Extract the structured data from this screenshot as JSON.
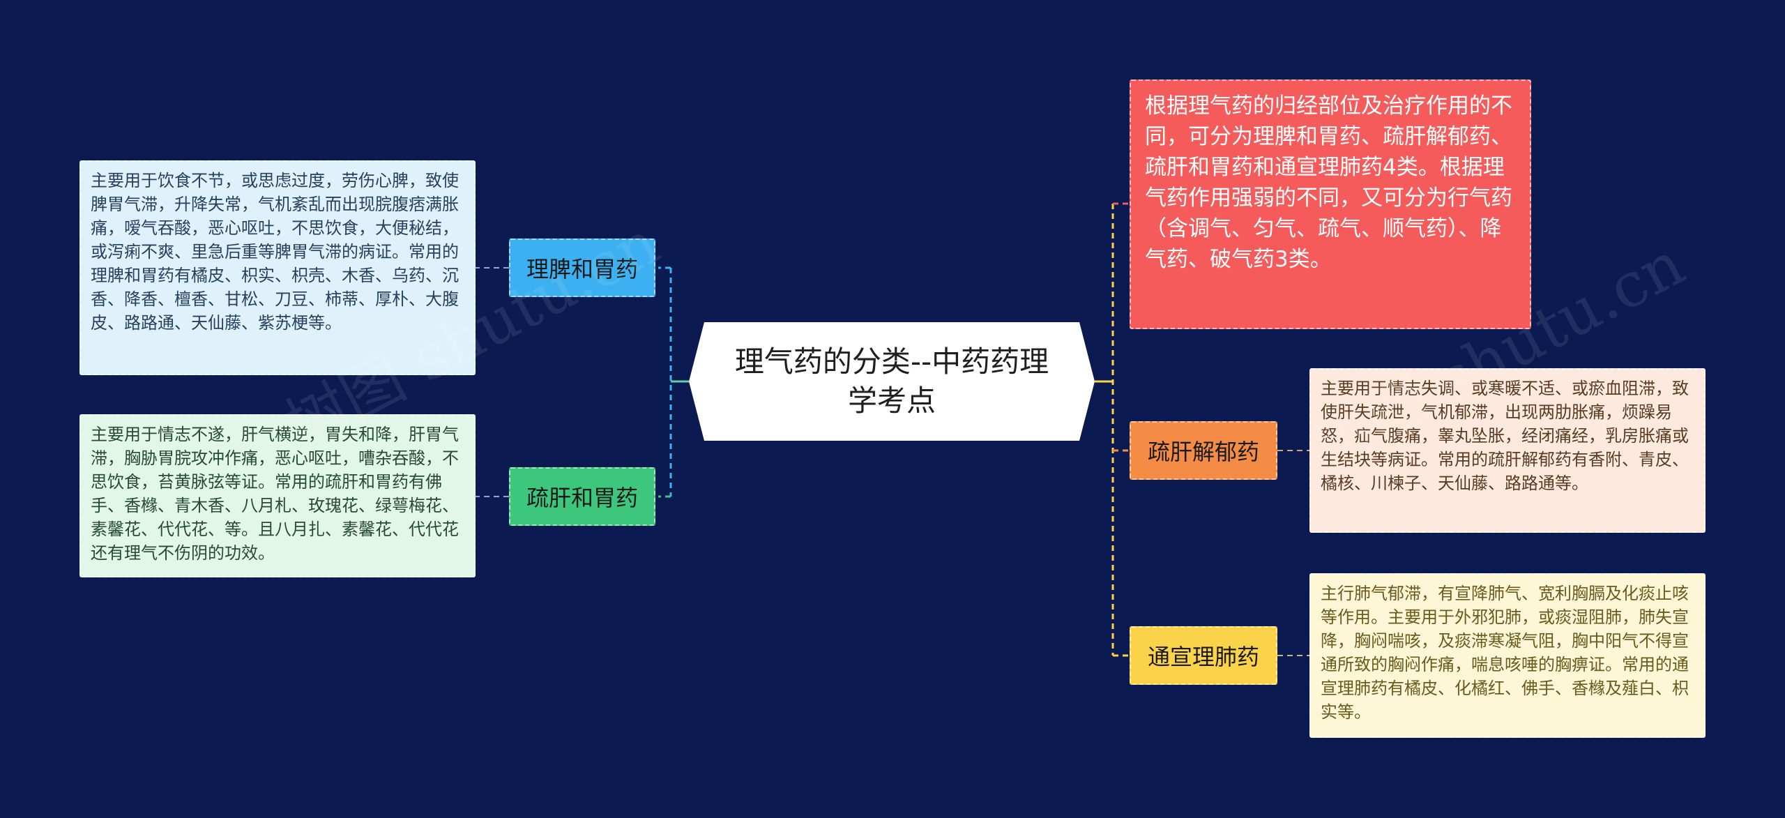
{
  "root": {
    "label": "理气药的分类--中药药理学考点"
  },
  "summary": {
    "text": "根据理气药的归经部位及治疗作用的不同，可分为理脾和胃药、疏肝解郁药、疏肝和胃药和通宣理肺药4类。根据理气药作用强弱的不同，又可分为行气药（含调气、匀气、疏气、顺气药）、降气药、破气药3类。"
  },
  "branches": [
    {
      "label": "理脾和胃药",
      "detail": "主要用于饮食不节，或思虑过度，劳伤心脾，致使脾胃气滞，升降失常，气机紊乱而出现脘腹痞满胀痛，嗳气吞酸，恶心呕吐，不思饮食，大便秘结，或泻痢不爽、里急后重等脾胃气滞的病证。常用的理脾和胃药有橘皮、枳实、枳壳、木香、乌药、沉香、降香、檀香、甘松、刀豆、柿蒂、厚朴、大腹皮、路路通、天仙藤、紫苏梗等。"
    },
    {
      "label": "疏肝和胃药",
      "detail": "主要用于情志不遂，肝气横逆，胃失和降，肝胃气滞，胸胁胃脘攻冲作痛，恶心呕吐，嘈杂吞酸，不思饮食，苔黄脉弦等证。常用的疏肝和胃药有佛手、香橼、青木香、八月札、玫瑰花、绿萼梅花、素馨花、代代花、等。且八月扎、素馨花、代代花还有理气不伤阴的功效。"
    },
    {
      "label": "疏肝解郁药",
      "detail": "主要用于情志失调、或寒暖不适、或瘀血阻滞，致使肝失疏泄，气机郁滞，出现两肋胀痛，烦躁易怒，疝气腹痛，睾丸坠胀，经闭痛经，乳房胀痛或生结块等病证。常用的疏肝解郁药有香附、青皮、橘核、川楝子、天仙藤、路路通等。"
    },
    {
      "label": "通宣理肺药",
      "detail": "主行肺气郁滞，有宣降肺气、宽利胸膈及化痰止咳等作用。主要用于外邪犯肺，或痰湿阻肺，肺失宣降，胸闷喘咳，及痰滞寒凝气阻，胸中阳气不得宣通所致的胸闷作痛，喘息咳唾的胸痹证。常用的通宣理肺药有橘皮、化橘红、佛手、香橼及薤白、枳实等。"
    }
  ],
  "watermark": {
    "text": "树图 shutu.cn"
  },
  "colors": {
    "background": "#0c1a52",
    "summary": "#f55b5b",
    "branch_1": "#3cb0f0",
    "leaf_1": "#dff2fc",
    "branch_2": "#3cc77d",
    "leaf_2": "#e3f6ea",
    "branch_3": "#f58c45",
    "leaf_3": "#fde9dd",
    "branch_4": "#fbd34b",
    "leaf_4": "#fdf7d8"
  }
}
